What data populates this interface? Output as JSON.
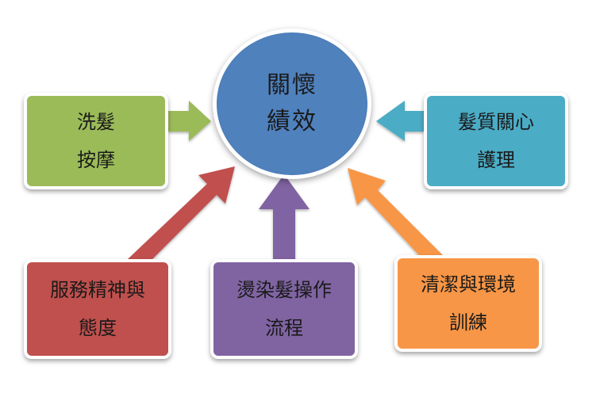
{
  "center": {
    "line1": "關懷",
    "line2": "績效"
  },
  "nodes": {
    "wash": {
      "line1": "洗髮",
      "line2": "按摩"
    },
    "care": {
      "line1": "髮質關心",
      "line2": "護理"
    },
    "spirit": {
      "line1": "服務精神與",
      "line2": "態度"
    },
    "perm": {
      "line1": "燙染髮操作",
      "line2": "流程"
    },
    "clean": {
      "line1": "清潔與環境",
      "line2": "訓練"
    }
  },
  "colors": {
    "center": "#4f81bd",
    "wash": "#9bbb59",
    "care": "#4bacc6",
    "spirit": "#c0504d",
    "perm": "#8064a2",
    "clean": "#f79646"
  }
}
